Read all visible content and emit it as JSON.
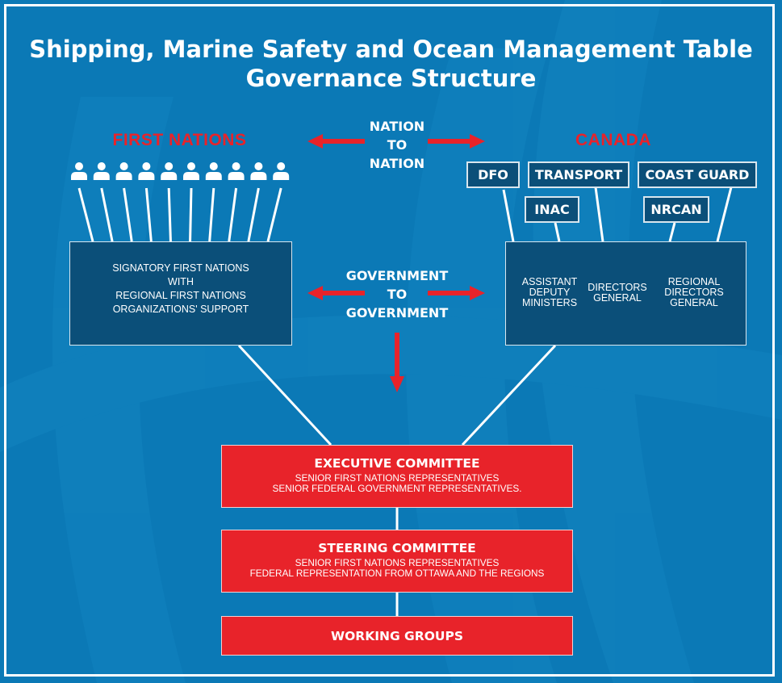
{
  "title": {
    "line1": "Shipping, Marine Safety and Ocean Management Table",
    "line2": "Governance Structure"
  },
  "first_nations": {
    "heading": "FIRST NATIONS",
    "people_icon_count": 10,
    "box_lines": [
      "SIGNATORY FIRST NATIONS",
      "WITH",
      "REGIONAL FIRST NATIONS",
      "ORGANIZATIONS' SUPPORT"
    ]
  },
  "canada": {
    "heading": "CANADA",
    "departments": {
      "dfo": "DFO",
      "transport": "TRANSPORT",
      "coast_guard": "COAST GUARD",
      "inac": "INAC",
      "nrcan": "NRCAN"
    },
    "roles": [
      [
        "ASSISTANT",
        "DEPUTY",
        "MINISTERS"
      ],
      [
        "DIRECTORS",
        "GENERAL"
      ],
      [
        "REGIONAL",
        "DIRECTORS",
        "GENERAL"
      ]
    ]
  },
  "relations": {
    "nation_to_nation": [
      "NATION",
      "TO",
      "NATION"
    ],
    "government_to_government": [
      "GOVERNMENT",
      "TO",
      "GOVERNMENT"
    ]
  },
  "committees": {
    "executive": {
      "title": "EXECUTIVE COMMITTEE",
      "lines": [
        "SENIOR FIRST NATIONS REPRESENTATIVES",
        "SENIOR FEDERAL GOVERNMENT REPRESENTATIVES."
      ]
    },
    "steering": {
      "title": "STEERING COMMITTEE",
      "lines": [
        "SENIOR FIRST NATIONS REPRESENTATIVES",
        "FEDERAL REPRESENTATION FROM OTTAWA AND THE REGIONS"
      ]
    },
    "working": {
      "title": "WORKING GROUPS"
    }
  },
  "colors": {
    "background": "#0b79b6",
    "navy_box": "#0b4f79",
    "accent_red": "#e8232a",
    "line_white": "#ffffff"
  }
}
